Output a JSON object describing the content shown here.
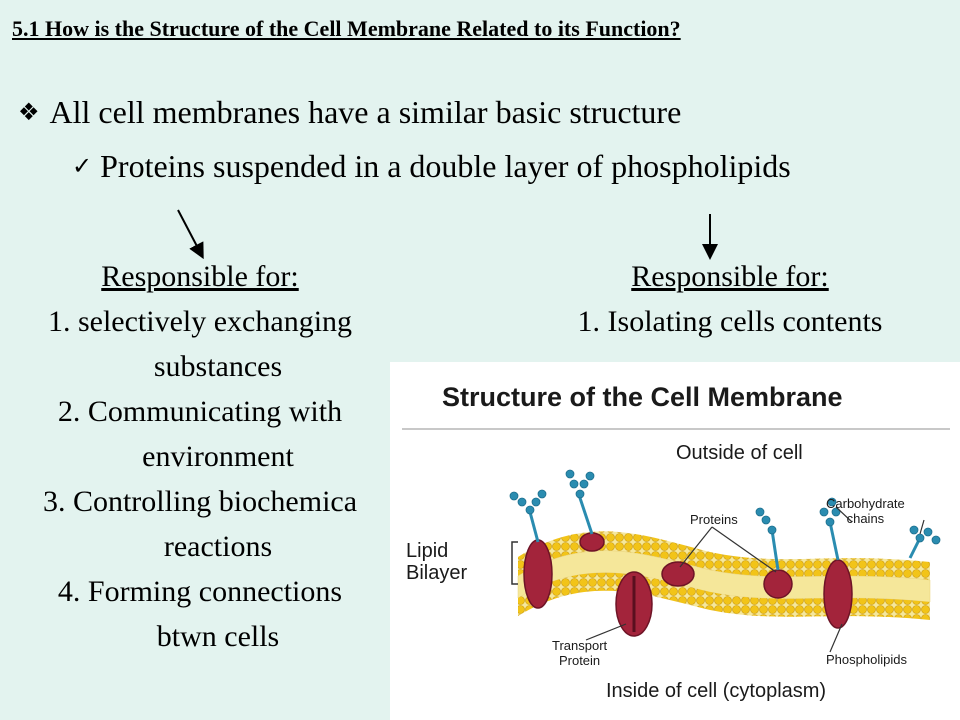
{
  "slide": {
    "title": "5.1 How is the Structure  of the Cell Membrane Related to its Function?",
    "bullet_main": "All cell membranes have a similar basic structure",
    "bullet_sub": "Proteins suspended in a double layer of phospholipids"
  },
  "left_column": {
    "heading": "Responsible for:",
    "items": [
      "1. selectively exchanging",
      "substances",
      "2. Communicating with",
      "environment",
      "3. Controlling biochemica",
      "reactions",
      "4. Forming connections",
      "btwn cells"
    ]
  },
  "right_column": {
    "heading": "Responsible for:",
    "items": [
      "1. Isolating cells contents"
    ]
  },
  "diagram": {
    "title": "Structure of the Cell Membrane",
    "outside_label": "Outside of cell",
    "inside_label": "Inside of cell (cytoplasm)",
    "lipid_label_1": "Lipid",
    "lipid_label_2": "Bilayer",
    "proteins_label": "Proteins",
    "carbohydrate_label_1": "Carbohydrate",
    "carbohydrate_label_2": "chains",
    "transport_label_1": "Transport",
    "transport_label_2": "Protein",
    "phospholipids_label": "Phospholipids"
  },
  "colors": {
    "background": "#e3f3ef",
    "lipid_head": "#f2c418",
    "lipid_tail": "#f5e79a",
    "protein": "#a3243b",
    "carbohydrate": "#2a8cb0",
    "label_line": "#333333"
  }
}
